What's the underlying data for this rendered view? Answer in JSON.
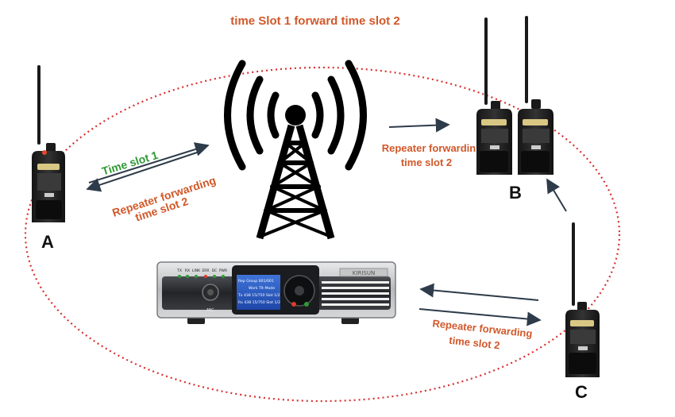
{
  "title": "time Slot 1 forward time slot 2",
  "nodes": {
    "a": "A",
    "b": "B",
    "c": "C"
  },
  "labels": {
    "timeslot1": "Time slot 1",
    "a_fwd_line1": "Repeater forwarding",
    "a_fwd_line2": "time slot 2",
    "b_fwd_line1": "Repeater forwardin",
    "b_fwd_line2": "time slot 2",
    "c_fwd_line1": "Repeater forwarding",
    "c_fwd_line2": "time slot 2"
  },
  "repeater": {
    "brand": "KIRISUN",
    "mic": "MIC",
    "leds": [
      "TX",
      "RX",
      "LINK",
      "ERR",
      "DC",
      "PWR"
    ],
    "screen": [
      "Rep Group 001/001",
      "Work  Tlt-Mode",
      "Tx 438 15/750 Slot 1/2",
      "Rx 438 15/750 Slot 1/2"
    ]
  },
  "colors": {
    "orange": "#d2582a",
    "green": "#2e9a35",
    "ellipse": "#d93030"
  }
}
